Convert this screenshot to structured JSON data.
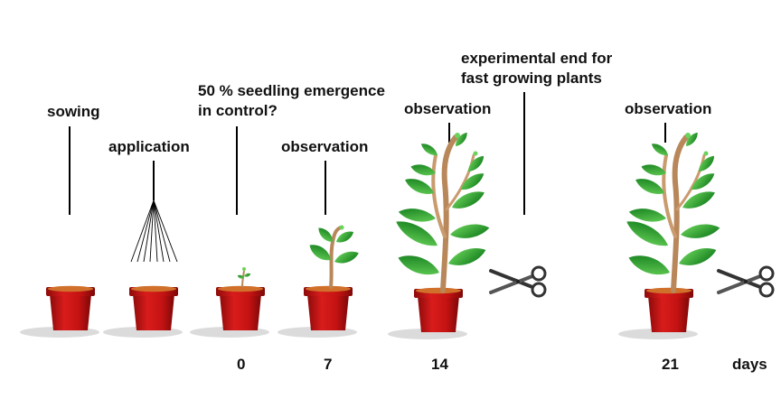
{
  "stages": {
    "sowing": {
      "label": "sowing"
    },
    "application": {
      "label": "application"
    },
    "emergence": {
      "label_line1": "50 % seedling emergence",
      "label_line2": "in control?"
    },
    "observation_7": {
      "label": "observation"
    },
    "observation_14": {
      "label": "observation"
    },
    "experimental_end": {
      "label_line1": "experimental end for",
      "label_line2": "fast growing plants"
    },
    "observation_21": {
      "label": "observation"
    }
  },
  "days_axis": {
    "ticks": [
      "0",
      "7",
      "14",
      "21"
    ],
    "unit": "days"
  },
  "colors": {
    "pot": "#c81414",
    "pot_rim": "#a50c0c",
    "soil": "#d2691e",
    "leaf": "#1f9a2a",
    "stem": "#b8875a",
    "line": "#000000"
  },
  "icons": [
    "sprayer-icon",
    "scissors-icon",
    "plant-icon",
    "pot-icon"
  ]
}
